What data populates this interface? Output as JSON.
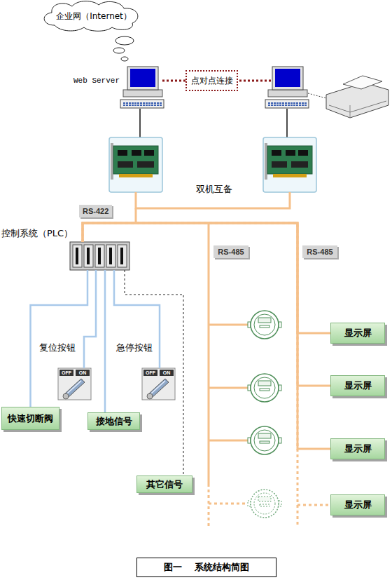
{
  "diagram": {
    "caption": "图一    系统结构简图",
    "nodes": [
      {
        "text": [
          "企业网（Internet）"
        ]
      },
      {
        "text": [
          "Web Server"
        ]
      },
      {
        "text": [
          "点对点连接"
        ]
      },
      {
        "text": [
          "RS-422"
        ]
      },
      {
        "text": [
          "控制系统（PLC）"
        ]
      },
      {
        "text": [
          "RS-485"
        ]
      },
      {
        "text": [
          "RS-485"
        ]
      },
      {
        "text": [
          "显示屏"
        ]
      },
      {
        "text": [
          "复位按钮"
        ]
      },
      {
        "text": [
          "急停按钮"
        ]
      },
      {
        "text": [
          "显示屏"
        ]
      },
      {
        "text": [
          "快速切断阀"
        ]
      },
      {
        "text": [
          "接地信号"
        ]
      },
      {
        "text": [
          "显示屏"
        ]
      },
      {
        "text": [
          "其它信号"
        ]
      },
      {
        "text": [
          "显示屏"
        ]
      }
    ],
    "edges": [
      {
        "from": 1,
        "to": 2,
        "arrow": "none"
      },
      {
        "from": 4,
        "to": 11,
        "arrow": "none"
      },
      {
        "from": 4,
        "to": 8,
        "arrow": "none"
      },
      {
        "from": 4,
        "to": 12,
        "arrow": "none"
      },
      {
        "from": 4,
        "to": 9,
        "arrow": "none"
      },
      {
        "from": 4,
        "to": 14,
        "arrow": "none"
      },
      {
        "from": 4,
        "to": 7,
        "arrow": "none"
      },
      {
        "from": 4,
        "to": 10,
        "arrow": "none"
      },
      {
        "from": 4,
        "to": 13,
        "arrow": "none"
      },
      {
        "from": 4,
        "to": 15,
        "arrow": "none"
      }
    ],
    "labels": [
      "双机互备",
      "OFF",
      "ON",
      "OFF",
      "ON"
    ]
  }
}
